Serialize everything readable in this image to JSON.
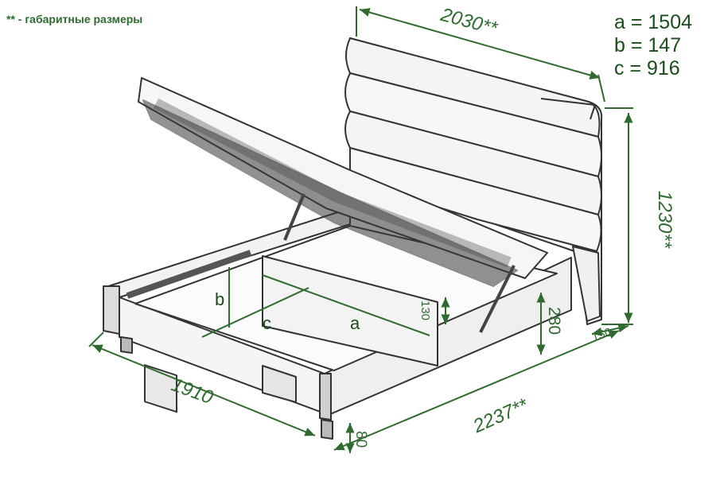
{
  "note": "** - габаритные размеры",
  "legend": [
    {
      "text": "a = 1504"
    },
    {
      "text": "b = 147"
    },
    {
      "text": "c = 916"
    }
  ],
  "dimensions": {
    "headboard_width": "2030**",
    "headboard_height": "1230**",
    "headboard_depth": "150",
    "frame_width": "1910",
    "overall_length": "2237**",
    "leg_height": "80",
    "side_height": "280",
    "lid_offset": "130",
    "inner_a": "a",
    "inner_b": "b",
    "inner_c": "c"
  },
  "colors": {
    "dimension": "#2f6b2f",
    "outline": "#333333",
    "accent": "#1a4d1a"
  }
}
